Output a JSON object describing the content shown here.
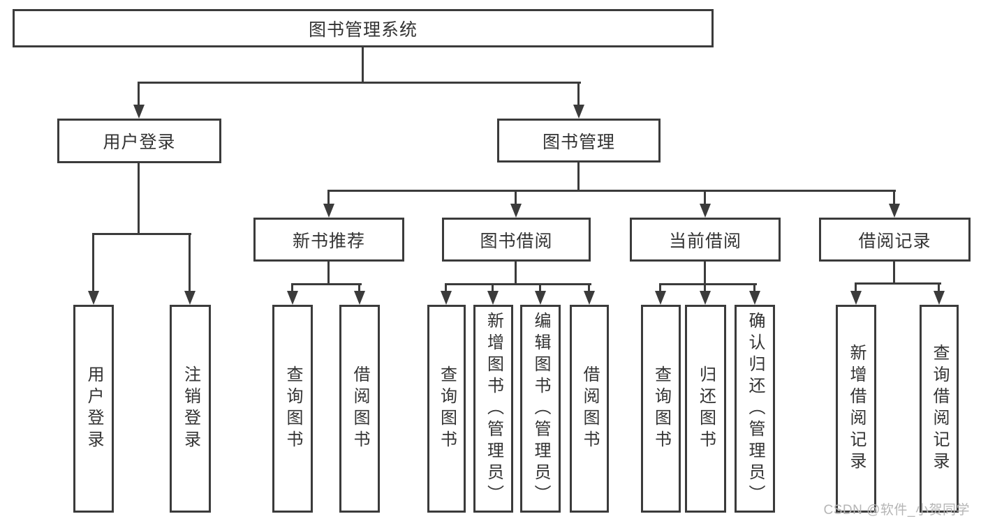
{
  "title": "图书管理系统",
  "watermark": "CSDN @软件_小贺同学",
  "colors": {
    "line": "#3b3b3b",
    "text": "#333333",
    "box_fill": "#ffffff",
    "watermark": "#b5b5b5",
    "background": "#ffffff"
  },
  "nodes": {
    "root": {
      "label": "图书管理系统"
    },
    "level2": [
      {
        "label": "用户登录"
      },
      {
        "label": "图书管理"
      }
    ],
    "level3": [
      {
        "label": "新书推荐",
        "parent": "图书管理"
      },
      {
        "label": "图书借阅",
        "parent": "图书管理"
      },
      {
        "label": "当前借阅",
        "parent": "图书管理"
      },
      {
        "label": "借阅记录",
        "parent": "图书管理"
      }
    ],
    "leaves": [
      {
        "label": "用户登录",
        "parent": "用户登录"
      },
      {
        "label": "注销登录",
        "parent": "用户登录"
      },
      {
        "label": "查询图书",
        "parent": "新书推荐"
      },
      {
        "label": "借阅图书",
        "parent": "新书推荐"
      },
      {
        "label": "查询图书",
        "parent": "图书借阅"
      },
      {
        "label": "新增图书（管理员）",
        "parent": "图书借阅"
      },
      {
        "label": "编辑图书（管理员）",
        "parent": "图书借阅"
      },
      {
        "label": "借阅图书",
        "parent": "图书借阅"
      },
      {
        "label": "查询图书",
        "parent": "当前借阅"
      },
      {
        "label": "归还图书",
        "parent": "当前借阅"
      },
      {
        "label": "确认归还（管理员）",
        "parent": "当前借阅"
      },
      {
        "label": "新增借阅记录",
        "parent": "借阅记录"
      },
      {
        "label": "查询借阅记录",
        "parent": "借阅记录"
      }
    ]
  }
}
